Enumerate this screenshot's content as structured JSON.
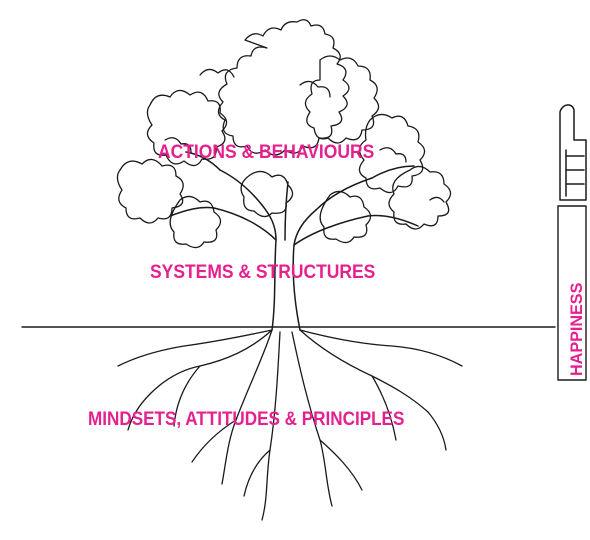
{
  "labels": {
    "actions": "ACTIONS & BEHAVIOURS",
    "systems": "SYSTEMS & STRUCTURES",
    "mindsets": "MINDSETS, ATTITUDES & PRINCIPLES",
    "happiness": "HAPPINESS"
  },
  "colors": {
    "label": "#e5208f",
    "ink": "#1a1a1a"
  },
  "icons": [
    "tree-crown-icon",
    "tree-trunk-icon",
    "tree-roots-icon",
    "thumbs-up-icon"
  ]
}
